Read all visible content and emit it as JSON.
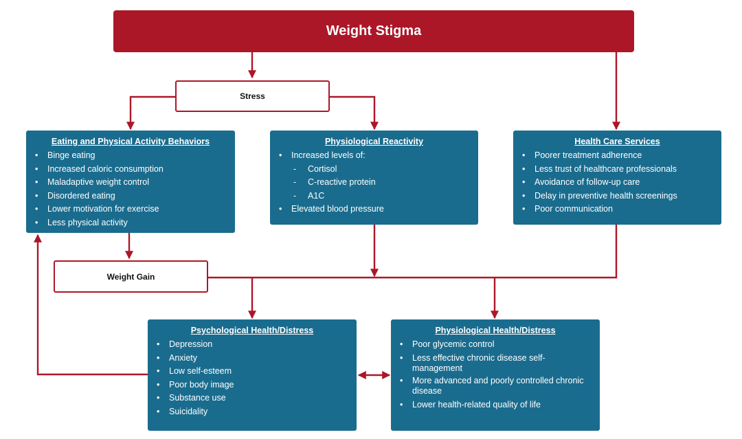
{
  "header": {
    "title": "Weight Stigma"
  },
  "stress_box": {
    "label": "Stress"
  },
  "weight_gain_box": {
    "label": "Weight Gain"
  },
  "eating_box": {
    "title": "Eating and Physical Activity Behaviors",
    "items": [
      "Binge eating",
      "Increased caloric consumption",
      "Maladaptive weight control",
      "Disordered eating",
      "Lower motivation for exercise",
      "Less physical activity"
    ]
  },
  "physio_react_box": {
    "title": "Physiological Reactivity",
    "intro": "Increased levels of:",
    "sub_items": [
      "Cortisol",
      "C-reactive protein",
      "A1C"
    ],
    "last_item": "Elevated blood pressure"
  },
  "health_care_box": {
    "title": "Health Care Services",
    "items": [
      "Poorer treatment adherence",
      "Less trust of healthcare professionals",
      "Avoidance of follow-up care",
      "Delay in preventive health screenings",
      "Poor communication"
    ]
  },
  "psych_box": {
    "title": "Psychological Health/Distress",
    "items": [
      "Depression",
      "Anxiety",
      "Low self-esteem",
      "Poor body image",
      "Substance use",
      "Suicidality"
    ]
  },
  "physio_health_box": {
    "title": "Physiological Health/Distress",
    "items": [
      "Poor glycemic control",
      "Less effective chronic disease self-management",
      "More advanced and poorly controlled chronic disease",
      "Lower health-related quality of life"
    ]
  },
  "colors": {
    "header_red": "#ac1728",
    "box_teal": "#1a6c8e",
    "arrow_red": "#ac1728"
  }
}
